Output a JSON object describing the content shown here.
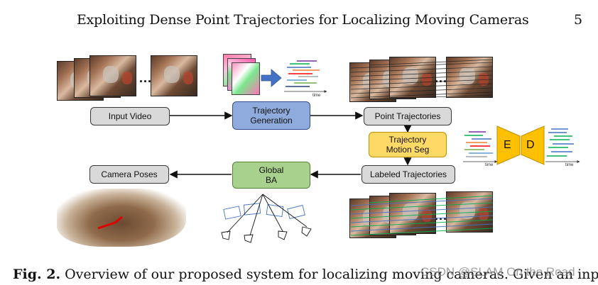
{
  "header": {
    "title": "Exploiting Dense Point Trajectories for Localizing Moving Cameras",
    "page_number": "5"
  },
  "pipeline": {
    "input_video": "Input Video",
    "trajectory_generation": "Trajectory\nGeneration",
    "point_trajectories": "Point Trajectories",
    "trajectory_motion_seg": "Trajectory\nMotion Seg",
    "labeled_trajectories": "Labeled Trajectories",
    "global_ba": "Global\nBA",
    "camera_poses": "Camera Poses"
  },
  "encoder_decoder": {
    "encoder": "E",
    "decoder": "D"
  },
  "time_label": "time",
  "ellipsis": "...",
  "caption": {
    "label": "Fig. 2.",
    "text": "Overview of our proposed system for localizing moving cameras. Given an input"
  },
  "watermark": "CSDN @SLAM On the Road",
  "colors": {
    "gray_box": "#d9d9d9",
    "blue_box": "#8faadc",
    "yellow_box": "#ffd966",
    "green_box": "#a9d18e",
    "arrow_blue": "#4472c4"
  }
}
